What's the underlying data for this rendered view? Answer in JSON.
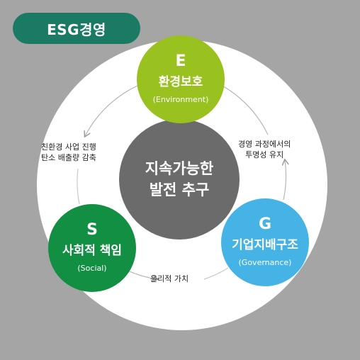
{
  "badge": {
    "label": "ESG경영"
  },
  "center": {
    "line1": "지속가능한",
    "line2": "발전 추구"
  },
  "nodes": {
    "e": {
      "letter": "E",
      "title": "환경보호",
      "subtitle": "(Environment)"
    },
    "s": {
      "letter": "S",
      "title": "사회적 책임",
      "subtitle": "(Social)"
    },
    "g": {
      "letter": "G",
      "title": "기업지배구조",
      "subtitle": "(Governance)"
    }
  },
  "captions": {
    "environment_social": {
      "line1": "친환경 사업 진행",
      "line2": "탄소 배출량 감축"
    },
    "governance_environment": {
      "line1": "경영 과정에서의",
      "line2": "투명성 유지"
    },
    "social_governance": {
      "line1": "윤리적 가치"
    }
  },
  "colors": {
    "badge": "#1b7a63",
    "environment": "#99c11f",
    "social": "#128f43",
    "governance": "#45b3e5",
    "center": "#6b6b6b"
  }
}
